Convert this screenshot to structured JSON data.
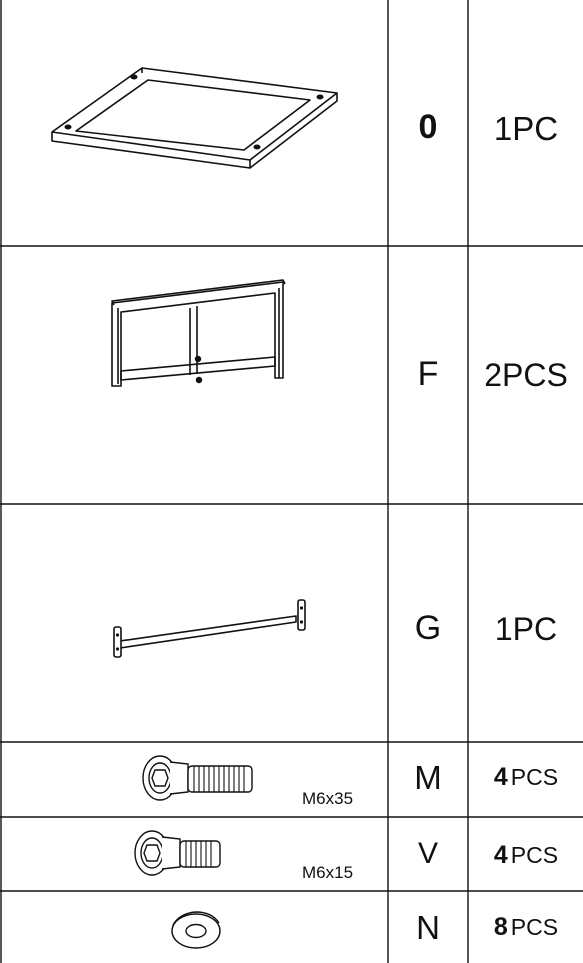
{
  "parts": [
    {
      "code": "0",
      "qty_num": "1",
      "qty_unit": "PC"
    },
    {
      "code": "F",
      "qty_num": "2",
      "qty_unit": "PCS"
    },
    {
      "code": "G",
      "qty_num": "1",
      "qty_unit": "PC"
    },
    {
      "code": "M",
      "qty_num": "4",
      "qty_unit": "PCS",
      "size": "M6x35"
    },
    {
      "code": "V",
      "qty_num": "4",
      "qty_unit": "PCS",
      "size": "M6x15"
    },
    {
      "code": "N",
      "qty_num": "8",
      "qty_unit": "PCS"
    }
  ],
  "colors": {
    "line": "#111111",
    "background": "#ffffff"
  }
}
